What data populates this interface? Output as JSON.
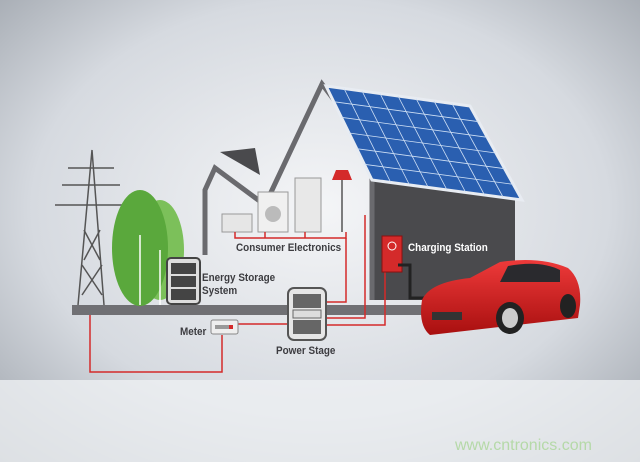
{
  "labels": {
    "consumer_electronics": "Consumer Electronics",
    "charging_station": "Charging Station",
    "energy_storage_line1": "Energy Storage",
    "energy_storage_line2": "System",
    "meter": "Meter",
    "power_stage": "Power Stage"
  },
  "watermark": "www.cntronics.com",
  "colors": {
    "wire": "#d42a2a",
    "car": "#d01c1c",
    "solar": "#2a5fb0",
    "tree": "#5aa83c",
    "house": "#555558"
  }
}
